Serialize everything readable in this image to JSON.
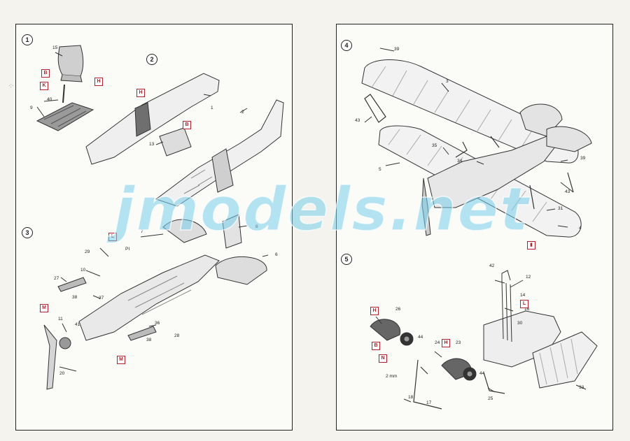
{
  "watermark": "jmodels.net",
  "left_panel": {
    "steps": [
      {
        "number": "1"
      },
      {
        "number": "2"
      },
      {
        "number": "3"
      }
    ],
    "part_numbers": {
      "p15": "15",
      "p40": "40",
      "p9": "9",
      "p1": "1",
      "p2": "2",
      "p13": "13",
      "p7": "7",
      "p8": "8",
      "p6": "6",
      "p29": "29",
      "p10": "10",
      "p27": "27",
      "p38a": "38",
      "p37": "37",
      "p11": "11",
      "p41": "41",
      "p36": "36",
      "p38b": "38",
      "p28": "28",
      "p20": "20",
      "pl": "PI"
    },
    "callouts": {
      "b1": "B",
      "k1": "K",
      "h1": "H",
      "h2": "H",
      "b2": "B",
      "l1": "L",
      "m1": "M",
      "m2": "M"
    }
  },
  "right_panel": {
    "steps": [
      {
        "number": "4"
      },
      {
        "number": "5"
      }
    ],
    "part_numbers": {
      "p39a": "39",
      "p3": "3",
      "p43a": "43",
      "p35": "35",
      "p34": "34",
      "p5": "5",
      "p39b": "39",
      "p43b": "43",
      "p31": "31",
      "p4": "4",
      "p42": "42",
      "p12": "12",
      "p14": "14",
      "p16": "16",
      "p30": "30",
      "p26": "26",
      "p23": "23",
      "p44a": "44",
      "p24": "24",
      "p44b": "44",
      "p18": "18",
      "p17": "17",
      "p25": "25",
      "p33": "33",
      "dim": "2 mm"
    },
    "callouts": {
      "h3": "H",
      "b3": "B",
      "n1": "N",
      "h4": "H",
      "l2": "L"
    }
  }
}
